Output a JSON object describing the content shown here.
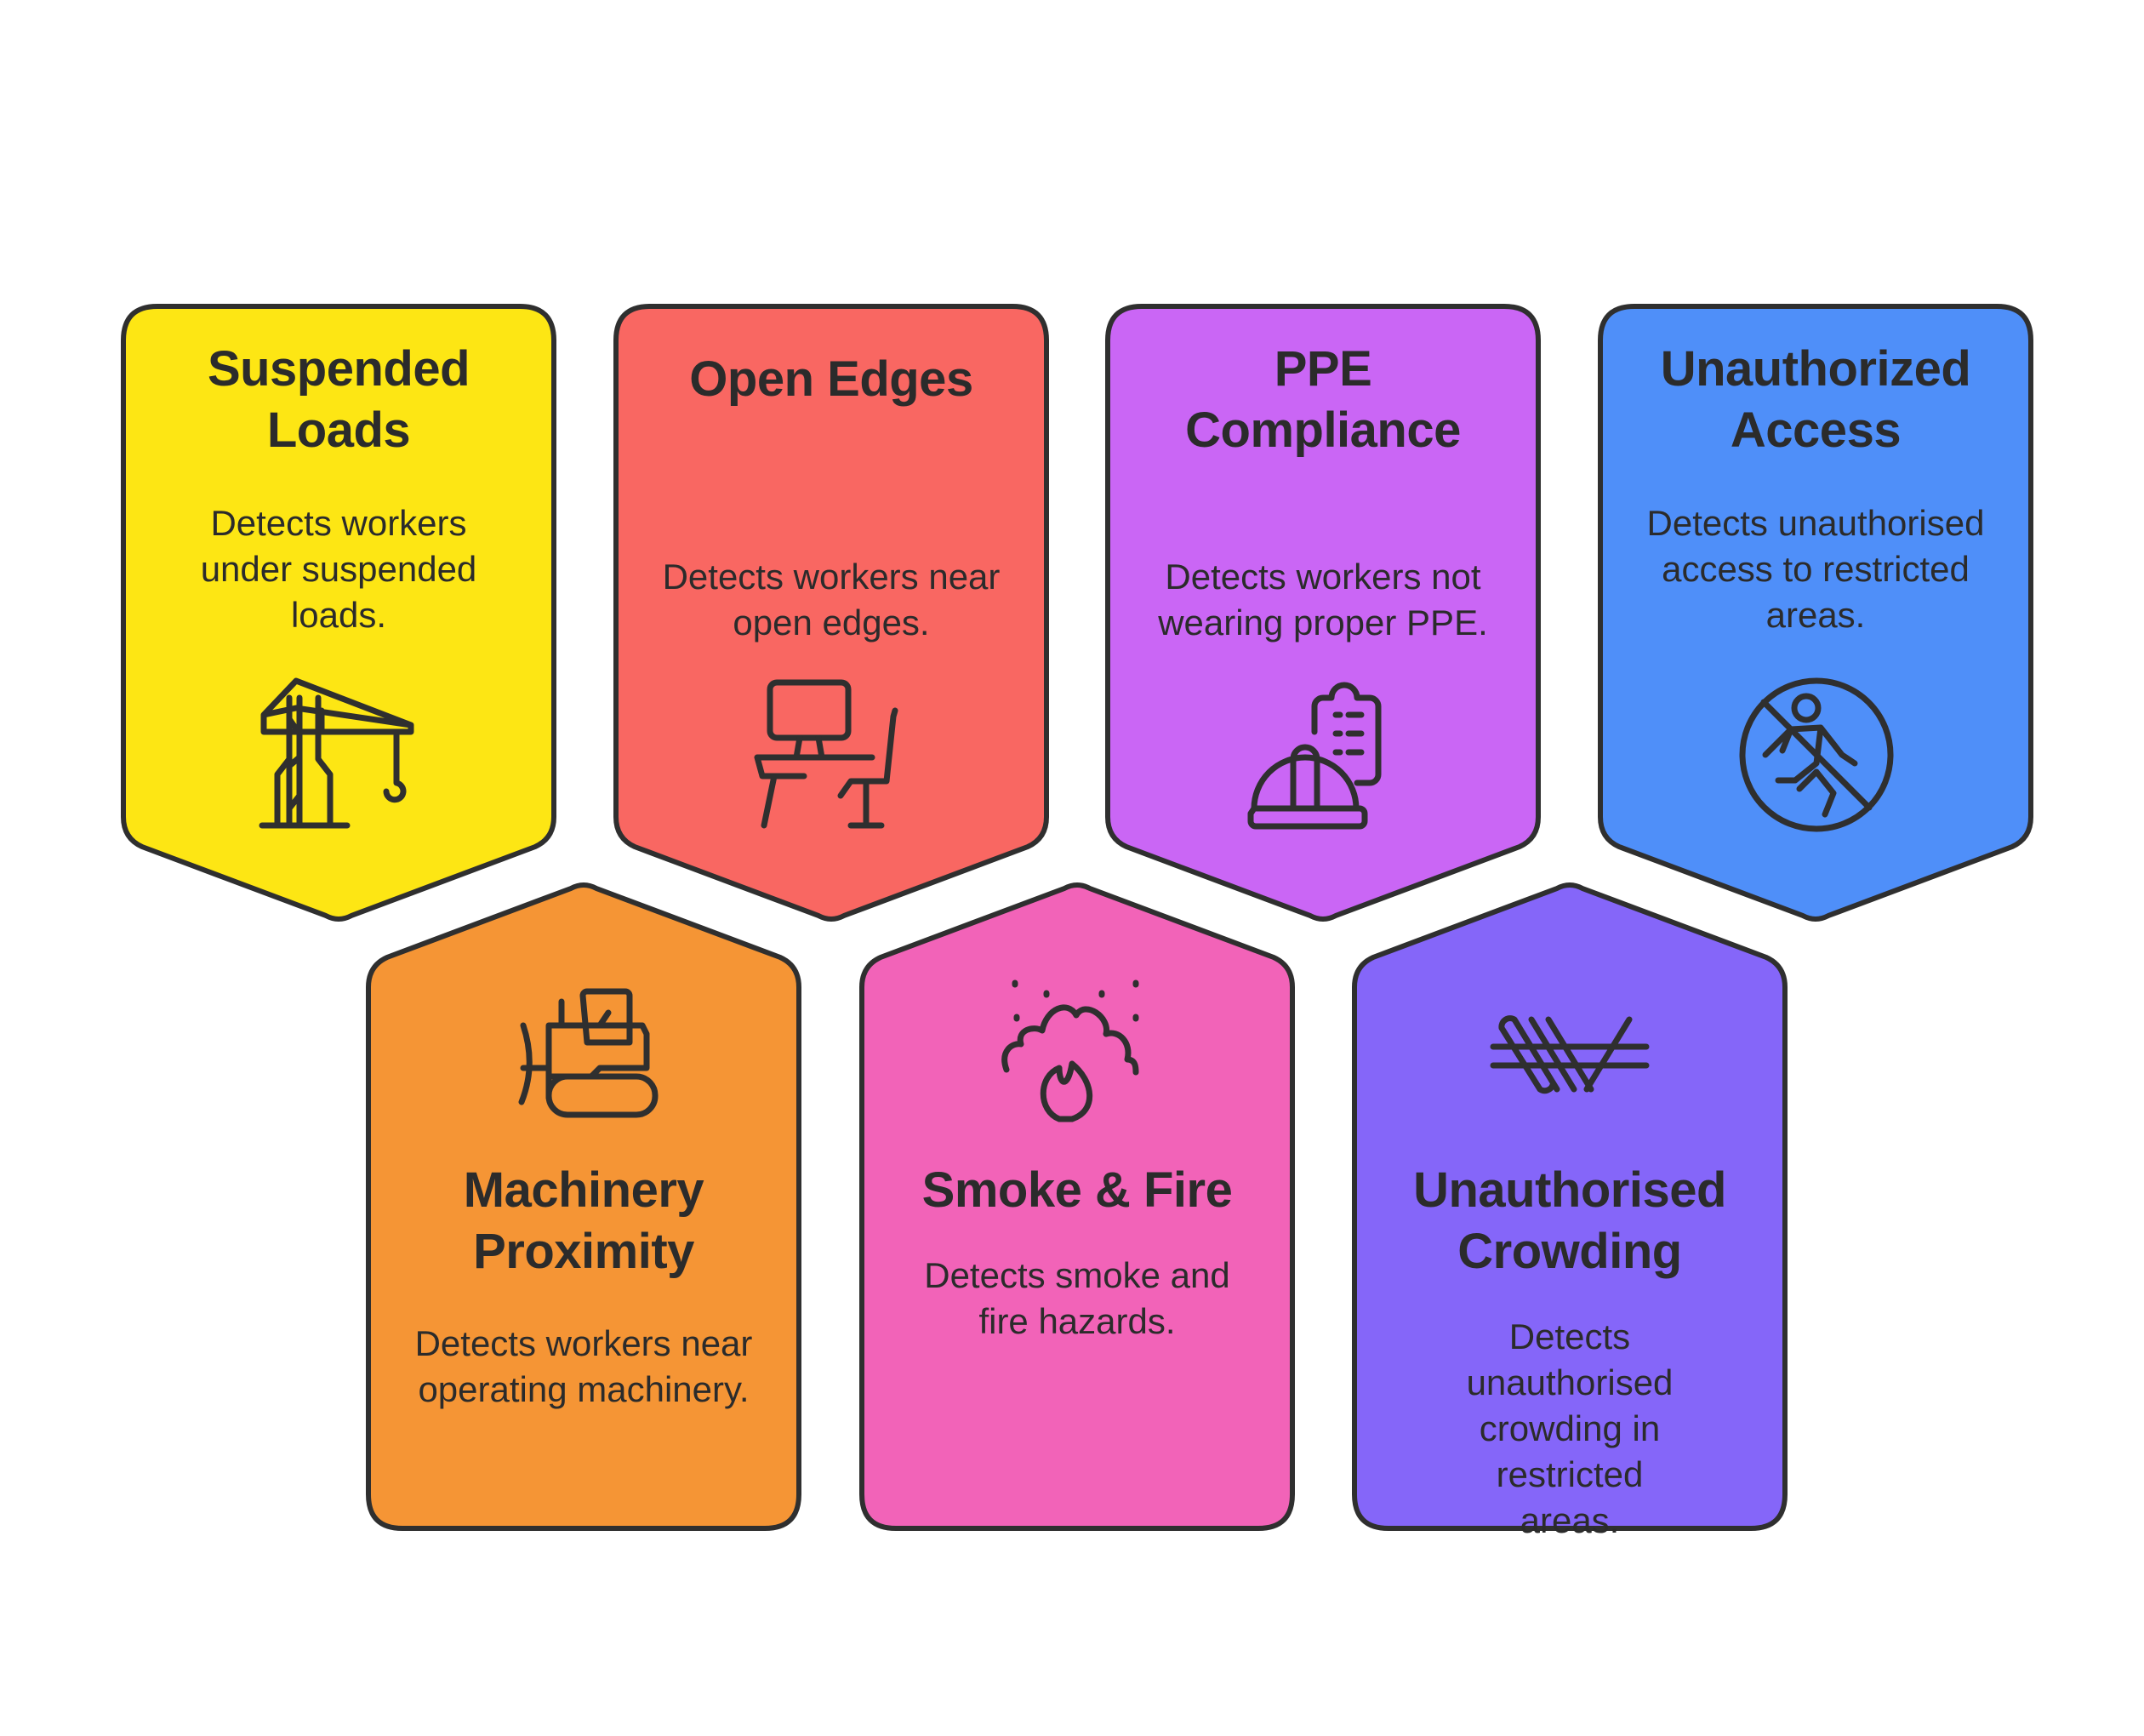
{
  "stroke_color": "#2f2f2f",
  "cards": [
    {
      "title": "Suspended Loads",
      "description": "Detects workers under suspended loads.",
      "icon": "crane-icon",
      "color": "#FDE614"
    },
    {
      "title": "Open Edges",
      "description": "Detects workers near open edges.",
      "icon": "desk-chair-icon",
      "color": "#F96762"
    },
    {
      "title": "PPE Compliance",
      "description": "Detects workers not wearing proper PPE.",
      "icon": "hardhat-clipboard-icon",
      "color": "#CA66F5"
    },
    {
      "title": "Unauthorized Access",
      "description": "Detects unauthorised access to restricted areas.",
      "icon": "no-entry-person-icon",
      "color": "#4F8FF9"
    },
    {
      "title": "Machinery Proximity",
      "description": "Detects workers near operating machinery.",
      "icon": "bulldozer-icon",
      "color": "#F59535"
    },
    {
      "title": "Smoke & Fire",
      "description": "Detects smoke and fire hazards.",
      "icon": "smoke-fire-icon",
      "color": "#F263B8"
    },
    {
      "title": "Unauthorised Crowding",
      "description": "Detects unauthorised crowding in restricted areas.",
      "icon": "barbed-wire-icon",
      "color": "#8566F9"
    }
  ]
}
